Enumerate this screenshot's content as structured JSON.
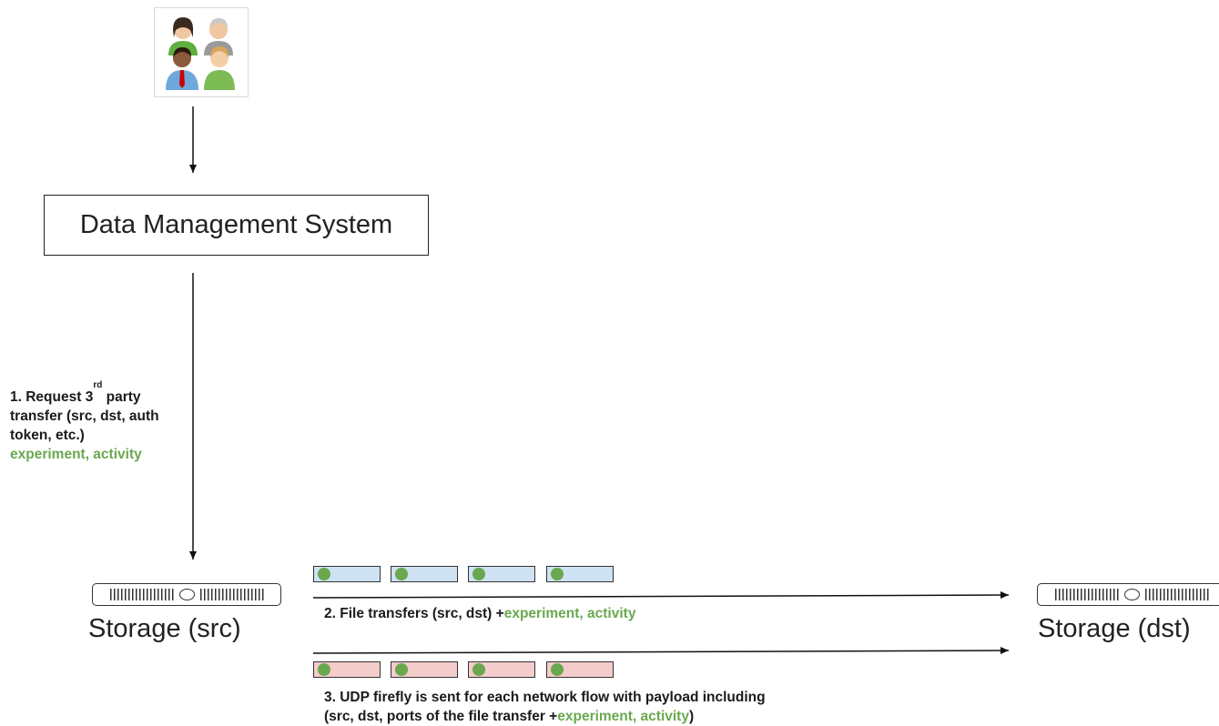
{
  "users": {
    "icon": "group-of-users-icon"
  },
  "dms": {
    "label": "Data Management System"
  },
  "step1": {
    "prefix": "1. Request 3",
    "sup": "rd",
    "rest_line1": " party",
    "line2": "transfer (src, dst, auth",
    "line3": "token, etc.)",
    "tags": "experiment, activity"
  },
  "storage_src": {
    "label": "Storage (src)",
    "icon": "server-icon"
  },
  "storage_dst": {
    "label": "Storage (dst)",
    "icon": "server-icon"
  },
  "step2": {
    "text": "2. File transfers (src, dst) +",
    "tags": "experiment, activity"
  },
  "step3": {
    "line1": "3. UDP firefly is sent for each network flow with payload including",
    "line2_prefix": "(src, dst, ports of the file transfer  +",
    "tags": "experiment, activity",
    "close": ")"
  },
  "colors": {
    "tag_green": "#6aa84f",
    "file_packet": "#cfe2f3",
    "firefly_packet": "#f4cccc",
    "dot": "#6aa84f"
  },
  "packets": {
    "file_count": 4,
    "firefly_count": 4
  }
}
